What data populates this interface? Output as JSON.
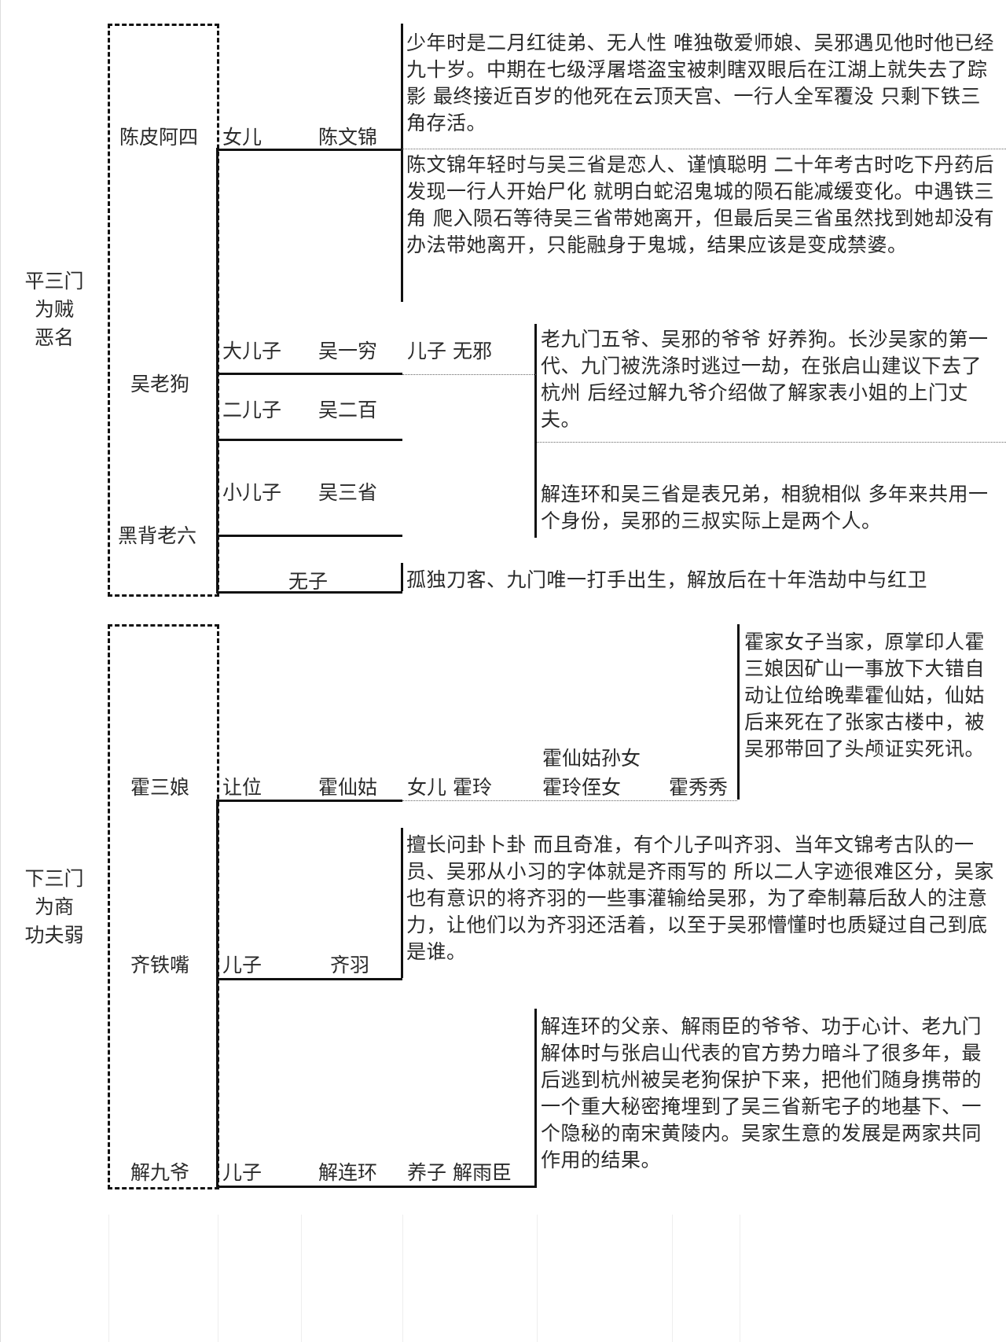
{
  "groups": [
    {
      "label": "平三门\n为贼\n恶名"
    },
    {
      "label": "下三门\n为商\n功夫弱"
    }
  ],
  "heads": {
    "chen_pi_a_si": "陈皮阿四",
    "wu_lao_gou": "吴老狗",
    "hei_bei_lao_liu": "黑背老六",
    "huo_san_niang": "霍三娘",
    "qi_tie_zui": "齐铁嘴",
    "xie_jiu_ye": "解九爷"
  },
  "relations": {
    "daughter": "女儿",
    "eldest_son": "大儿子",
    "second_son": "二儿子",
    "youngest_son": "小儿子",
    "no_son": "无子",
    "abdicate": "让位",
    "son_qi": "儿子",
    "son_xie": "儿子"
  },
  "people": {
    "chen_wen_jin": "陈文锦",
    "wu_yi_qiong": "吴一穷",
    "wu_er_bai": "吴二百",
    "wu_san_xing": "吴三省",
    "huo_xian_gu": "霍仙姑",
    "qi_yu": "齐羽",
    "xie_lian_huan": "解连环"
  },
  "third_gen": {
    "wu_xie": "儿子 无邪",
    "huo_ling": "女儿 霍玲",
    "xie_yu_chen": "养子 解雨臣",
    "huo_xiu_xiu_rel_1": "霍仙姑孙女",
    "huo_xiu_xiu_rel_2": "霍玲侄女",
    "huo_xiu_xiu": "霍秀秀"
  },
  "descriptions": {
    "chen_pi_a_si": "少年时是二月红徒弟、无人性 唯独敬爱师娘、吴邪遇见他时他已经九十岁。中期在七级浮屠塔盗宝被刺瞎双眼后在江湖上就失去了踪影 最终接近百岁的他死在云顶天宫、一行人全军覆没 只剩下铁三角存活。",
    "chen_wen_jin": "陈文锦年轻时与吴三省是恋人、谨慎聪明 二十年考古时吃下丹药后发现一行人开始尸化 就明白蛇沼鬼城的陨石能减缓变化。中遇铁三角 爬入陨石等待吴三省带她离开，但最后吴三省虽然找到她却没有办法带她离开，只能融身于鬼城，结果应该是变成禁婆。",
    "wu_lao_gou": "老九门五爷、吴邪的爷爷 好养狗。长沙吴家的第一代、九门被洗涤时逃过一劫，在张启山建议下去了杭州 后经过解九爷介绍做了解家表小姐的上门丈夫。",
    "wu_san_xing": "解连环和吴三省是表兄弟，相貌相似 多年来共用一个身份，吴邪的三叔实际上是两个人。",
    "hei_bei_lao_liu": "孤独刀客、九门唯一打手出生，解放后在十年浩劫中与红卫",
    "huo_san_niang": "霍家女子当家，原掌印人霍三娘因矿山一事放下大错自动让位给晚辈霍仙姑，仙姑后来死在了张家古楼中，被吴邪带回了头颅证实死讯。",
    "qi_tie_zui": "擅长问卦卜卦 而且奇准，有个儿子叫齐羽、当年文锦考古队的一员、吴邪从小习的字体就是齐雨写的 所以二人字迹很难区分，吴家也有意识的将齐羽的一些事灌输给吴邪，为了牵制幕后敌人的注意力，让他们以为齐羽还活着，以至于吴邪懵懂时也质疑过自己到底是谁。",
    "xie_jiu_ye": "解连环的父亲、解雨臣的爷爷、功于心计、老九门解体时与张启山代表的官方势力暗斗了很多年，最后逃到杭州被吴老狗保护下来，把他们随身携带的一个重大秘密掩埋到了吴三省新宅子的地基下、一个隐秘的南宋黄陵内。吴家生意的发展是两家共同作用的结果。"
  }
}
